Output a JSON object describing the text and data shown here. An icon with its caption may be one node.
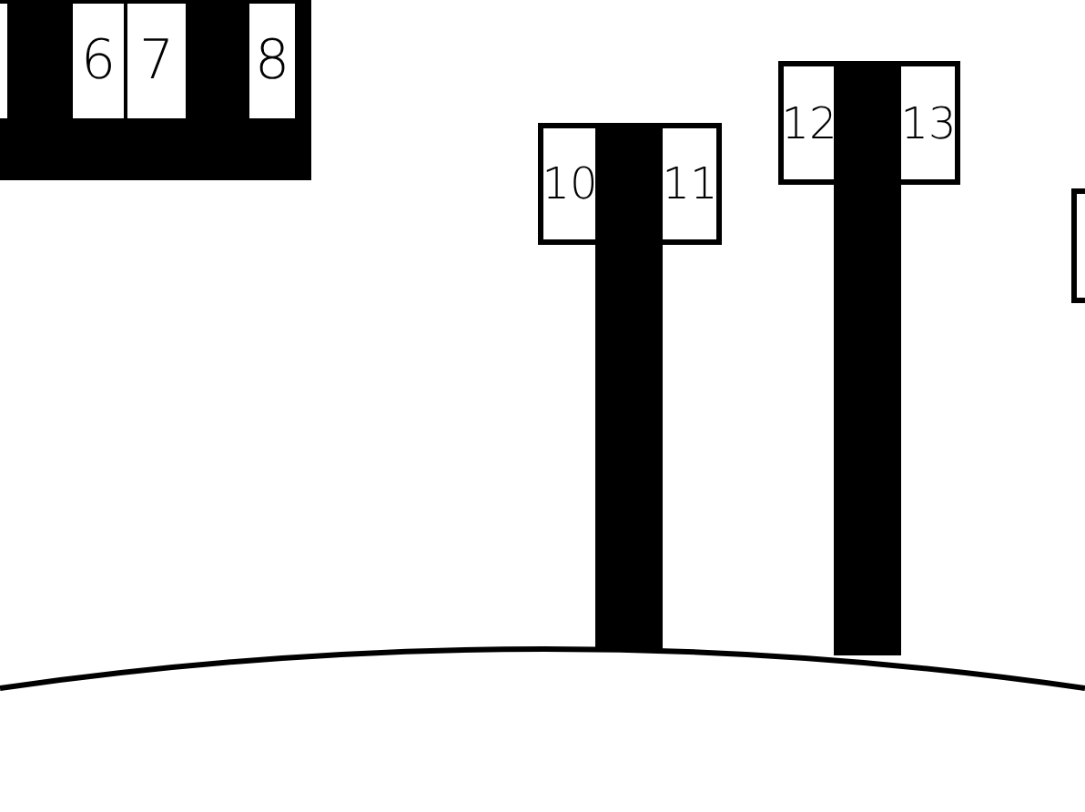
{
  "diagram": {
    "labels": [
      "6",
      "7",
      "8",
      "10",
      "11",
      "12",
      "13"
    ]
  }
}
